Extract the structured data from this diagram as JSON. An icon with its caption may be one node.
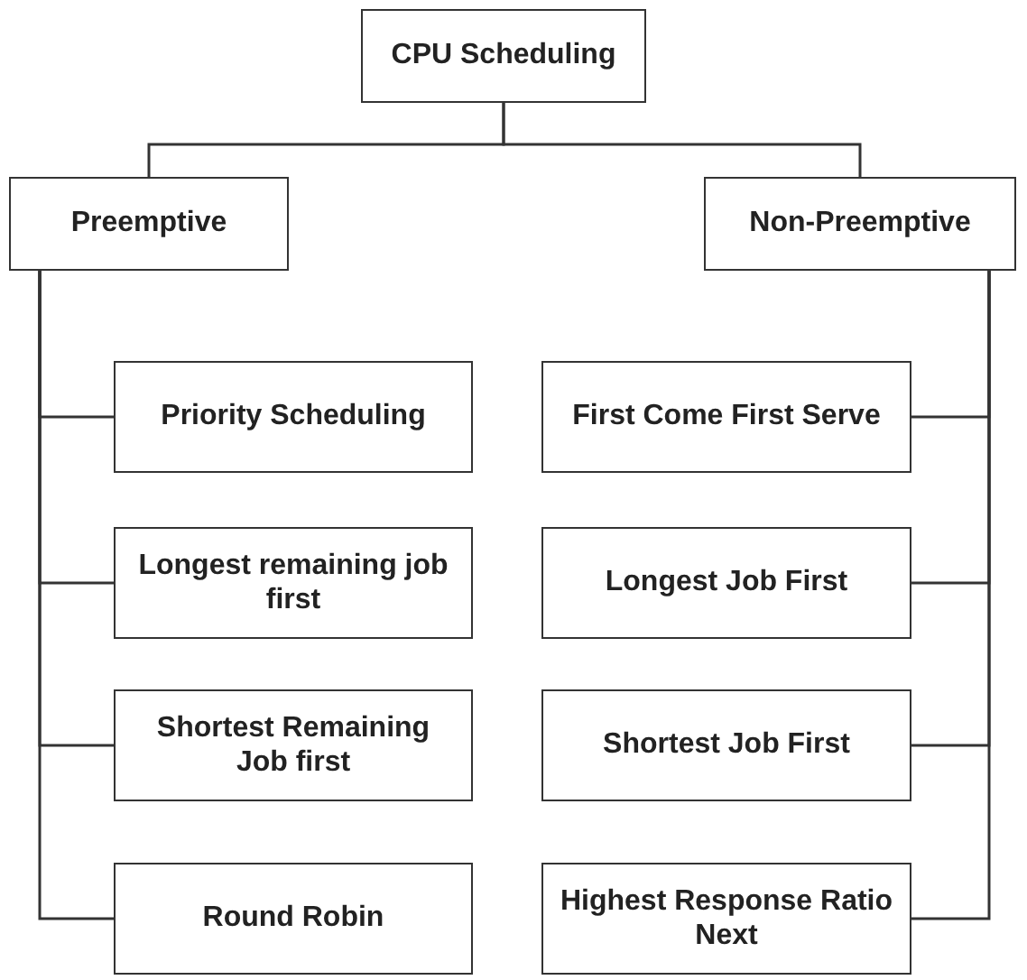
{
  "diagram": {
    "nodes": [
      {
        "text": [
          "CPU Scheduling"
        ]
      },
      {
        "text": [
          "Preemptive"
        ]
      },
      {
        "text": [
          "Non-Preemptive"
        ]
      },
      {
        "text": [
          "Priority Scheduling"
        ]
      },
      {
        "text": [
          "First Come First Serve"
        ]
      },
      {
        "text": [
          "Longest remaining job first"
        ]
      },
      {
        "text": [
          "Longest Job First"
        ]
      },
      {
        "text": [
          "Shortest Remaining Job first"
        ]
      },
      {
        "text": [
          "Shortest Job First"
        ]
      },
      {
        "text": [
          "Round Robin"
        ]
      },
      {
        "text": [
          "Highest Response Ratio Next"
        ]
      }
    ],
    "edges": [
      {
        "from": 0,
        "to": 1,
        "arrow": "none"
      },
      {
        "from": 0,
        "to": 2,
        "arrow": "none"
      },
      {
        "from": 1,
        "to": 3,
        "arrow": "none"
      },
      {
        "from": 1,
        "to": 5,
        "arrow": "none"
      },
      {
        "from": 1,
        "to": 7,
        "arrow": "none"
      },
      {
        "from": 1,
        "to": 9,
        "arrow": "none"
      },
      {
        "from": 2,
        "to": 4,
        "arrow": "none"
      },
      {
        "from": 2,
        "to": 6,
        "arrow": "none"
      },
      {
        "from": 2,
        "to": 8,
        "arrow": "none"
      },
      {
        "from": 2,
        "to": 10,
        "arrow": "none"
      }
    ]
  }
}
